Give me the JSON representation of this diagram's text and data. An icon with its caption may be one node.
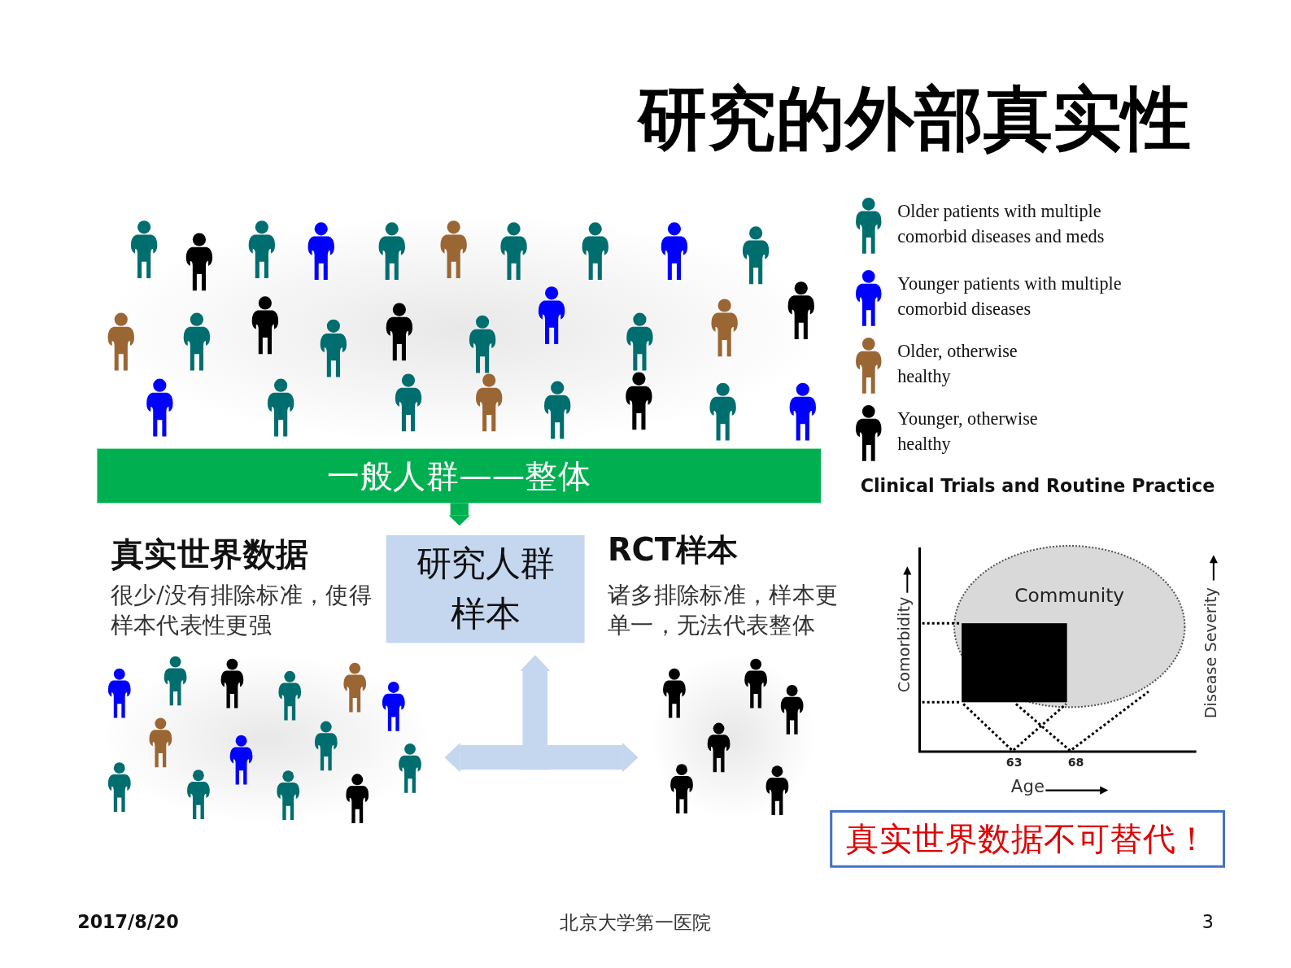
{
  "diagram": {
    "title": "研究的外部真实性",
    "nodes": [
      {
        "text": [
          "一般人群——整体"
        ]
      },
      {
        "text": [
          "研究人群样本"
        ]
      },
      {
        "text": [],
        "shape": "picture"
      },
      {
        "text": [],
        "shape": "picture"
      },
      {
        "text": [
          "Community"
        ]
      },
      {
        "text": [
          "真实世界数据不可替代！"
        ]
      }
    ],
    "edges": [
      {
        "from": 0,
        "to": 1,
        "arrow": "to",
        "color": "#00b050"
      },
      {
        "from": 1,
        "to": 2,
        "arrow": "both"
      },
      {
        "from": 1,
        "to": 3,
        "arrow": "both"
      }
    ],
    "labels": [
      "Clinical Trials and Routine Practice",
      "真实世界数据",
      "很少/没有排除标准，使得样本代表性更强",
      "RCT样本",
      "诸多排除标准，样本更单一，无法代表整体",
      "Comorbidity",
      "Disease Severity",
      "63",
      "68",
      "Age",
      "2017/8/20",
      "北京大学第一医院",
      "3"
    ],
    "legend": [
      {
        "text": "Older patients with multiple comorbid diseases and meds"
      },
      {
        "text": "Younger patients with multiple comorbid diseases"
      },
      {
        "text": "Older, otherwise healthy"
      },
      {
        "text": "Younger, otherwise healthy"
      }
    ]
  }
}
